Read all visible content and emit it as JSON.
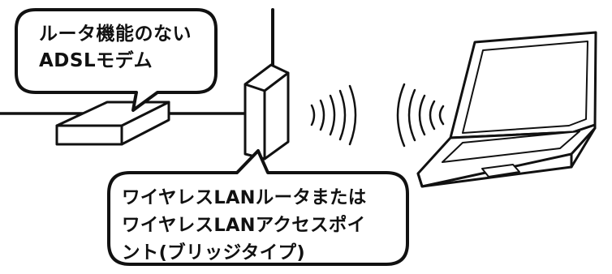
{
  "modem_callout": {
    "line1": "ルータ機能のない",
    "line2": "ADSLモデム"
  },
  "router_callout": {
    "line1": "ワイヤレスLANルータまたは",
    "line2": "ワイヤレスLANアクセスポイ",
    "line3": "ント(ブリッジタイプ)"
  },
  "colors": {
    "stroke": "#111111",
    "background": "#ffffff"
  }
}
